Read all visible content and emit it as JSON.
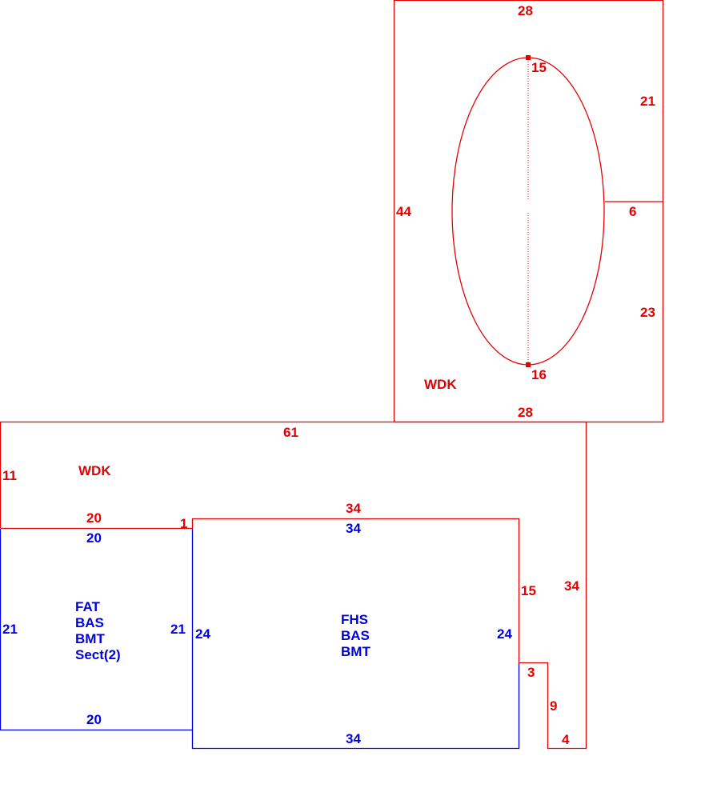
{
  "colors": {
    "deck": "#e60000",
    "living": "#0000e0"
  },
  "upper_deck": {
    "label": "WDK",
    "dims": {
      "top": "28",
      "bottom": "28",
      "left": "44",
      "right_upper": "21",
      "right_lower": "23",
      "notch": "6"
    },
    "ellipse": {
      "top_point": "15",
      "bottom_point": "16"
    }
  },
  "lower_deck": {
    "label": "WDK",
    "dims": {
      "top": "61",
      "left": "11",
      "inner_top_left": "20",
      "step": "1",
      "inner_top_right": "34",
      "right_inner": "15",
      "step_small": "3",
      "notch_side": "9",
      "notch_bottom": "4",
      "right_outer": "34"
    }
  },
  "area_fat": {
    "lines": [
      "FAT",
      "BAS",
      "BMT",
      "Sect(2)"
    ],
    "dims": {
      "top": "20",
      "bottom": "20",
      "left": "21",
      "right": "21"
    }
  },
  "area_fhs": {
    "lines": [
      "FHS",
      "BAS",
      "BMT"
    ],
    "dims": {
      "top": "34",
      "bottom": "34",
      "left": "24",
      "right": "24"
    }
  }
}
